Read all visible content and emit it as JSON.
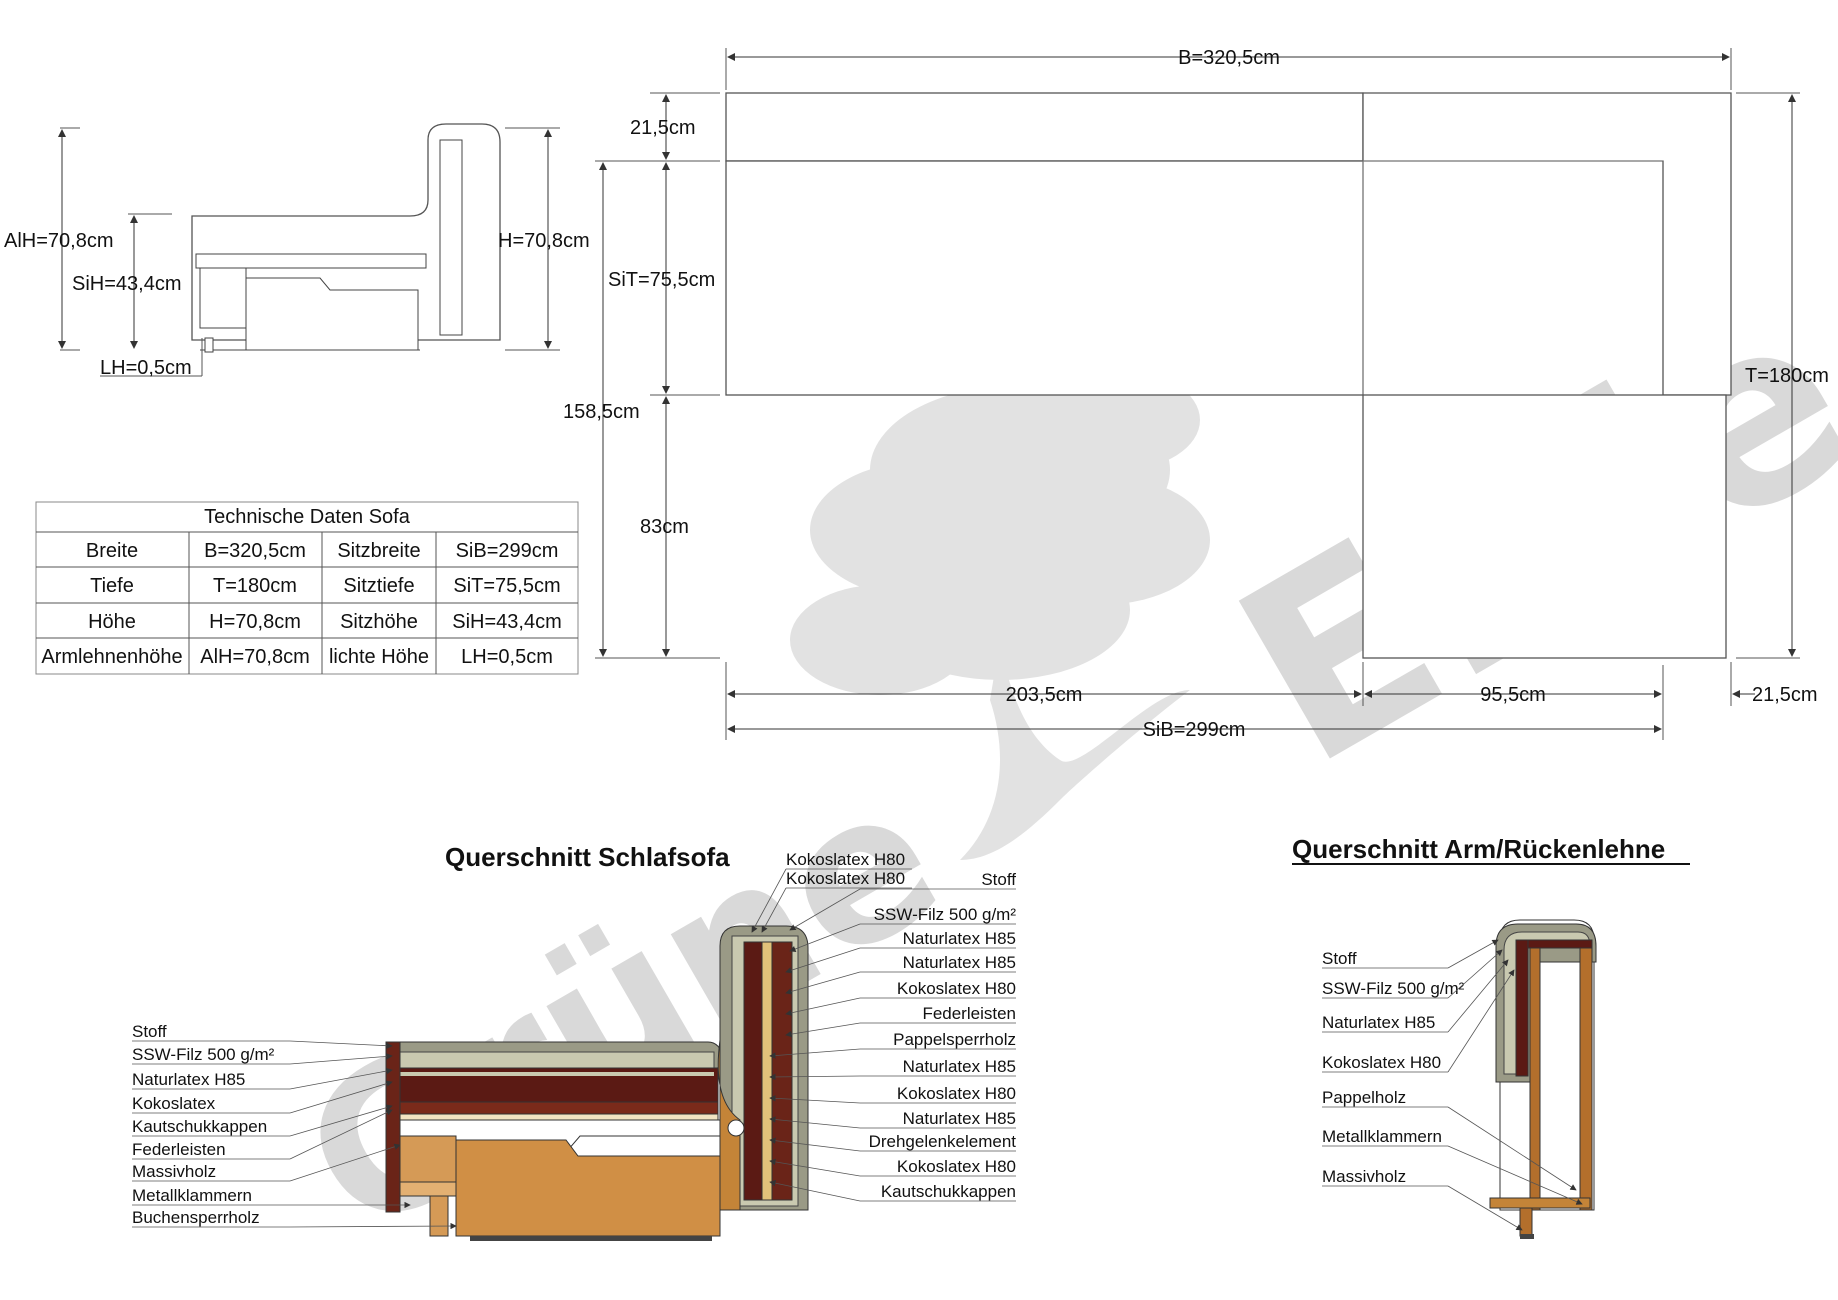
{
  "watermark": {
    "word1": "Grüne",
    "word2": "Erde"
  },
  "side_view": {
    "aih": "AlH=70,8cm",
    "sih": "SiH=43,4cm",
    "h": "H=70,8cm",
    "lh": "LH=0,5cm"
  },
  "plan": {
    "width_total": "B=320,5cm",
    "back_depth": "21,5cm",
    "seat_depth": "SiT=75,5cm",
    "left_depth": "158,5cm",
    "lower": "83cm",
    "right_depth": "T=180cm",
    "seg_left": "203,5cm",
    "seg_right": "95,5cm",
    "arm": "21,5cm",
    "seat_width": "SiB=299cm"
  },
  "table": {
    "title": "Technische Daten Sofa",
    "rows": [
      [
        "Breite",
        "B=320,5cm",
        "Sitzbreite",
        "SiB=299cm"
      ],
      [
        "Tiefe",
        "T=180cm",
        "Sitztiefe",
        "SiT=75,5cm"
      ],
      [
        "Höhe",
        "H=70,8cm",
        "Sitzhöhe",
        "SiH=43,4cm"
      ],
      [
        "Armlehnenhöhe",
        "AlH=70,8cm",
        "lichte Höhe",
        "LH=0,5cm"
      ]
    ]
  },
  "section_sofa": {
    "title": "Querschnitt Schlafsofa",
    "left_labels": [
      "Stoff",
      "SSW-Filz 500 g/m²",
      "Naturlatex H85",
      "Kokoslatex",
      "Kautschukkappen",
      "Federleisten",
      "Massivholz",
      "Metallklammern",
      "Buchensperrholz"
    ],
    "top_labels": [
      "Kokoslatex H80",
      "Kokoslatex H80"
    ],
    "right_labels": [
      "Stoff",
      "SSW-Filz 500 g/m²",
      "Naturlatex H85",
      "Naturlatex H85",
      "Kokoslatex H80",
      "Federleisten",
      "Pappelsperrholz",
      "Naturlatex H85",
      "Kokoslatex H80",
      "Naturlatex H85",
      "Drehgelenkelement",
      "Kokoslatex H80",
      "Kautschukkappen"
    ]
  },
  "section_arm": {
    "title": "Querschnitt Arm/Rückenlehne",
    "labels": [
      "Stoff",
      "SSW-Filz 500 g/m²",
      "Naturlatex H85",
      "Kokoslatex H80",
      "Pappelholz",
      "Metallklammern",
      "Massivholz"
    ]
  }
}
